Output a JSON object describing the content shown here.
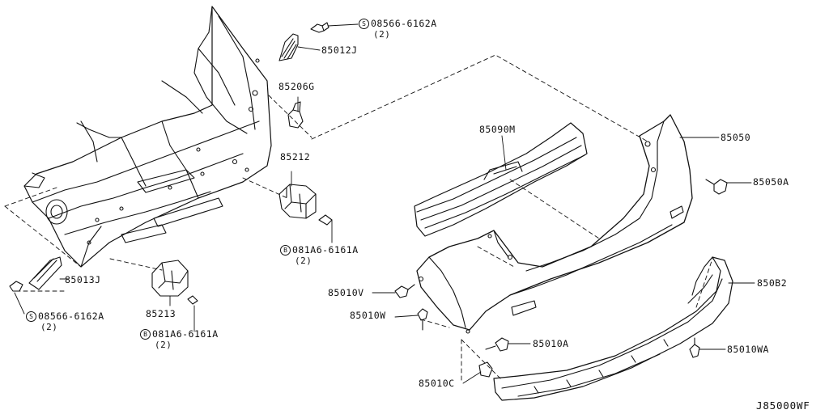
{
  "diagram": {
    "code": "J85000WF",
    "callouts": [
      {
        "id": "c-08566-top",
        "prefix": "S",
        "text": "08566-6162A",
        "qty": "(2)"
      },
      {
        "id": "c-85012j",
        "text": "85012J"
      },
      {
        "id": "c-85206g",
        "text": "85206G"
      },
      {
        "id": "c-85212",
        "text": "85212"
      },
      {
        "id": "c-081a6-mid",
        "prefix": "B",
        "text": "081A6-6161A",
        "qty": "(2)"
      },
      {
        "id": "c-85013j",
        "text": "85013J"
      },
      {
        "id": "c-08566-bot",
        "prefix": "S",
        "text": "08566-6162A",
        "qty": "(2)"
      },
      {
        "id": "c-85213",
        "text": "85213"
      },
      {
        "id": "c-081a6-bot",
        "prefix": "B",
        "text": "081A6-6161A",
        "qty": "(2)"
      },
      {
        "id": "c-85090m",
        "text": "85090M"
      },
      {
        "id": "c-85050",
        "text": "85050"
      },
      {
        "id": "c-85050a",
        "text": "85050A"
      },
      {
        "id": "c-85010v",
        "text": "85010V"
      },
      {
        "id": "c-85010w",
        "text": "85010W"
      },
      {
        "id": "c-85010a",
        "text": "85010A"
      },
      {
        "id": "c-85010c",
        "text": "85010C"
      },
      {
        "id": "c-85082",
        "text": "850B2"
      },
      {
        "id": "c-85010wa",
        "text": "85010WA"
      }
    ]
  }
}
